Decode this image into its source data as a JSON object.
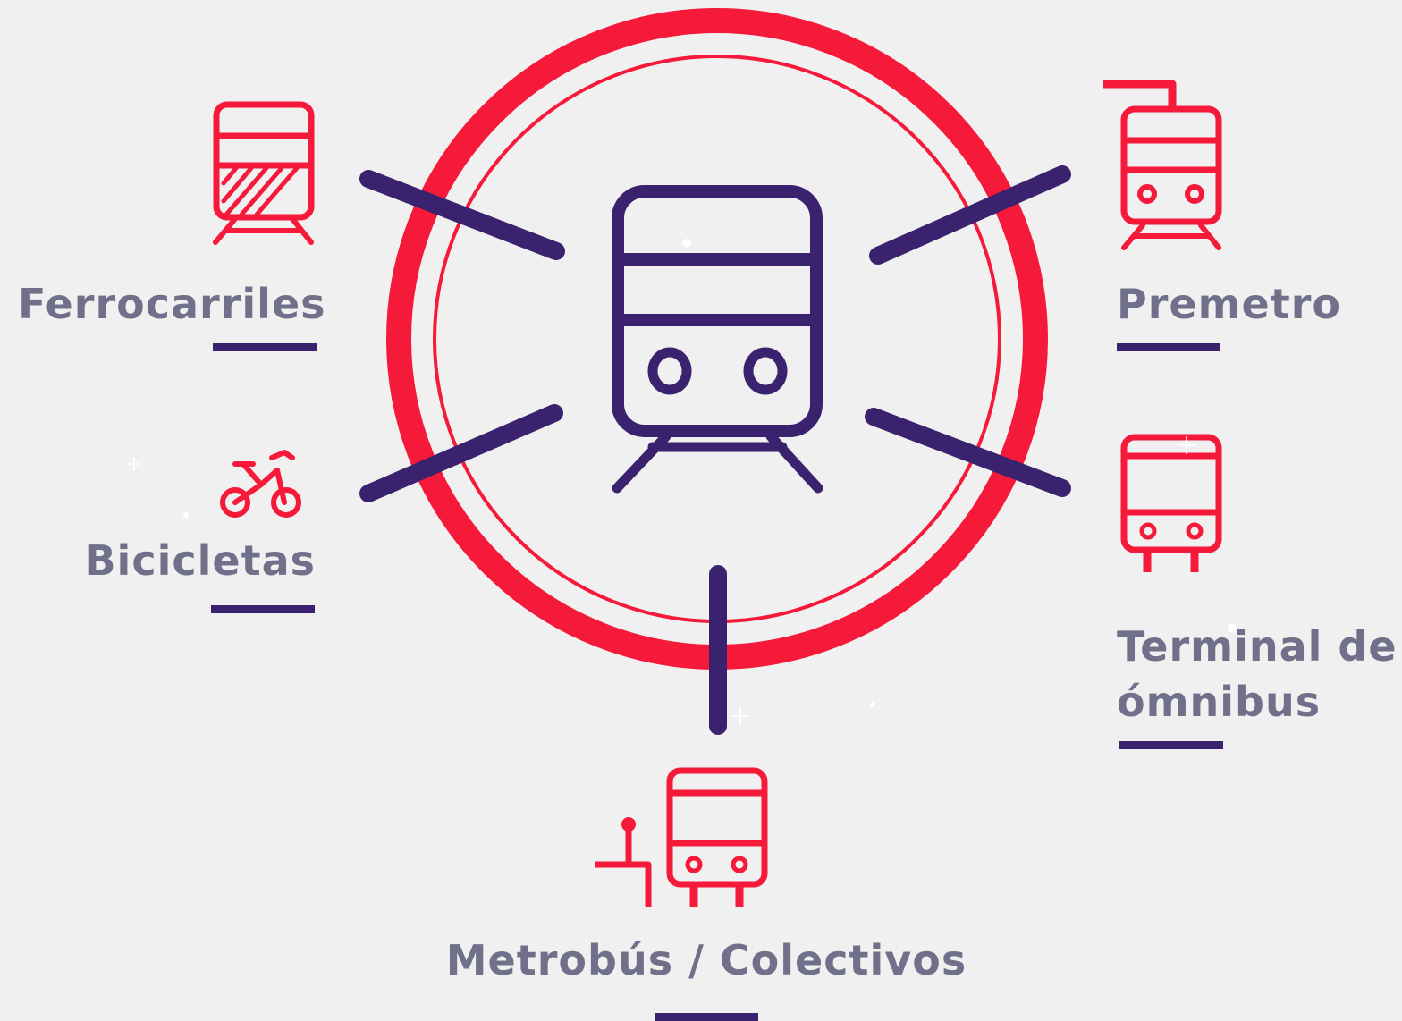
{
  "colors": {
    "background": "#f1f0f1",
    "accent_red": "#f5193a",
    "accent_purple": "#3b226e",
    "label_gray": "#70708a"
  },
  "center": {
    "icon": "metro-train-icon"
  },
  "nodes": [
    {
      "id": "ferrocarriles",
      "label": "Ferrocarriles",
      "icon": "train-icon"
    },
    {
      "id": "premetro",
      "label": "Premetro",
      "icon": "tram-icon"
    },
    {
      "id": "bicicletas",
      "label": "Bicicletas",
      "icon": "bicycle-icon"
    },
    {
      "id": "terminal",
      "label_lines": [
        "Terminal de",
        "ómnibus"
      ],
      "icon": "bus-icon"
    },
    {
      "id": "metrobus",
      "label": "Metrobús / Colectivos",
      "icon": "bus-stop-icon"
    }
  ]
}
